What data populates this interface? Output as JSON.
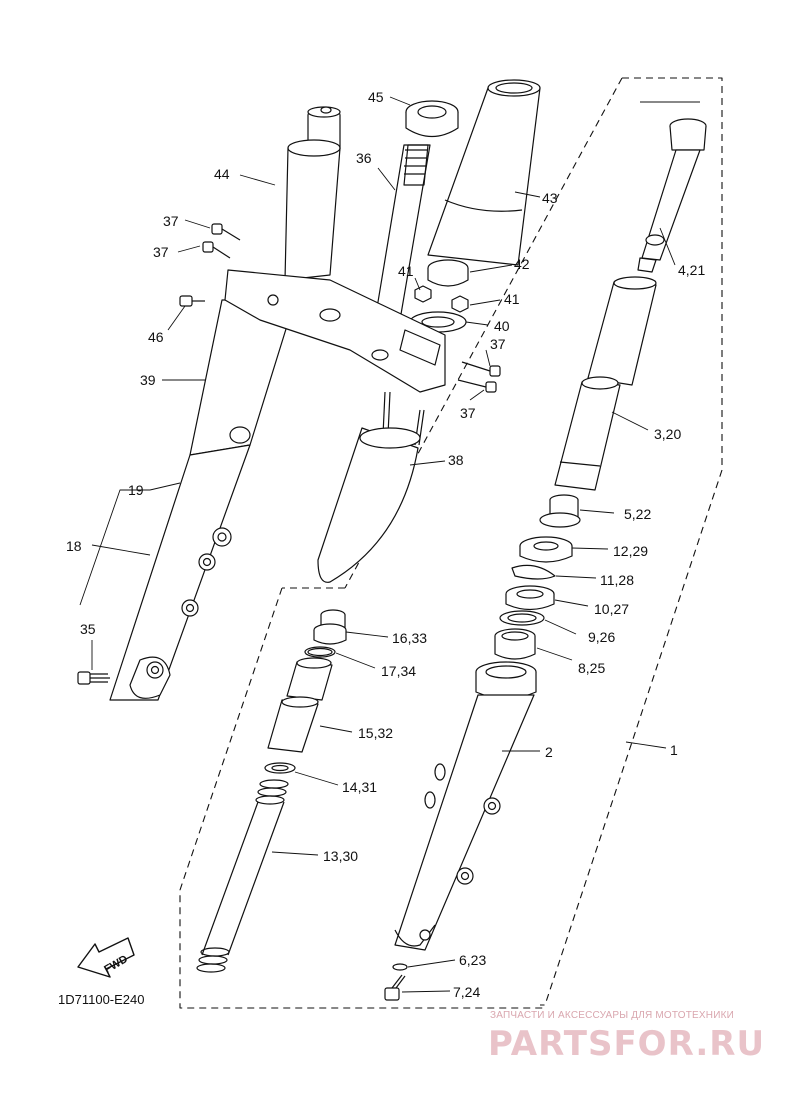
{
  "diagram": {
    "code": "1D71100-E240",
    "fwd": "FWD",
    "labels": [
      {
        "id": "45",
        "text": "45"
      },
      {
        "id": "36",
        "text": "36"
      },
      {
        "id": "44",
        "text": "44"
      },
      {
        "id": "43",
        "text": "43"
      },
      {
        "id": "37a",
        "text": "37"
      },
      {
        "id": "37b",
        "text": "37"
      },
      {
        "id": "41a",
        "text": "41"
      },
      {
        "id": "42",
        "text": "42"
      },
      {
        "id": "46",
        "text": "46"
      },
      {
        "id": "41b",
        "text": "41"
      },
      {
        "id": "40",
        "text": "40"
      },
      {
        "id": "37c",
        "text": "37"
      },
      {
        "id": "37d",
        "text": "37"
      },
      {
        "id": "39",
        "text": "39"
      },
      {
        "id": "38",
        "text": "38"
      },
      {
        "id": "19",
        "text": "19"
      },
      {
        "id": "18",
        "text": "18"
      },
      {
        "id": "35",
        "text": "35"
      },
      {
        "id": "421",
        "text": "4,21"
      },
      {
        "id": "320",
        "text": "3,20"
      },
      {
        "id": "522",
        "text": "5,22"
      },
      {
        "id": "1229",
        "text": "12,29"
      },
      {
        "id": "1128",
        "text": "11,28"
      },
      {
        "id": "1027",
        "text": "10,27"
      },
      {
        "id": "926",
        "text": "9,26"
      },
      {
        "id": "825",
        "text": "8,25"
      },
      {
        "id": "1633",
        "text": "16,33"
      },
      {
        "id": "1734",
        "text": "17,34"
      },
      {
        "id": "1532",
        "text": "15,32"
      },
      {
        "id": "1431",
        "text": "14,31"
      },
      {
        "id": "1330",
        "text": "13,30"
      },
      {
        "id": "2",
        "text": "2"
      },
      {
        "id": "1",
        "text": "1"
      },
      {
        "id": "623",
        "text": "6,23"
      },
      {
        "id": "724",
        "text": "7,24"
      }
    ]
  },
  "watermark": {
    "tagline": "ЗАПЧАСТИ И АКСЕССУАРЫ ДЛЯ МОТОТЕХНИКИ",
    "brand": "PARTSFOR.RU",
    "color": "#e9c3c9"
  }
}
